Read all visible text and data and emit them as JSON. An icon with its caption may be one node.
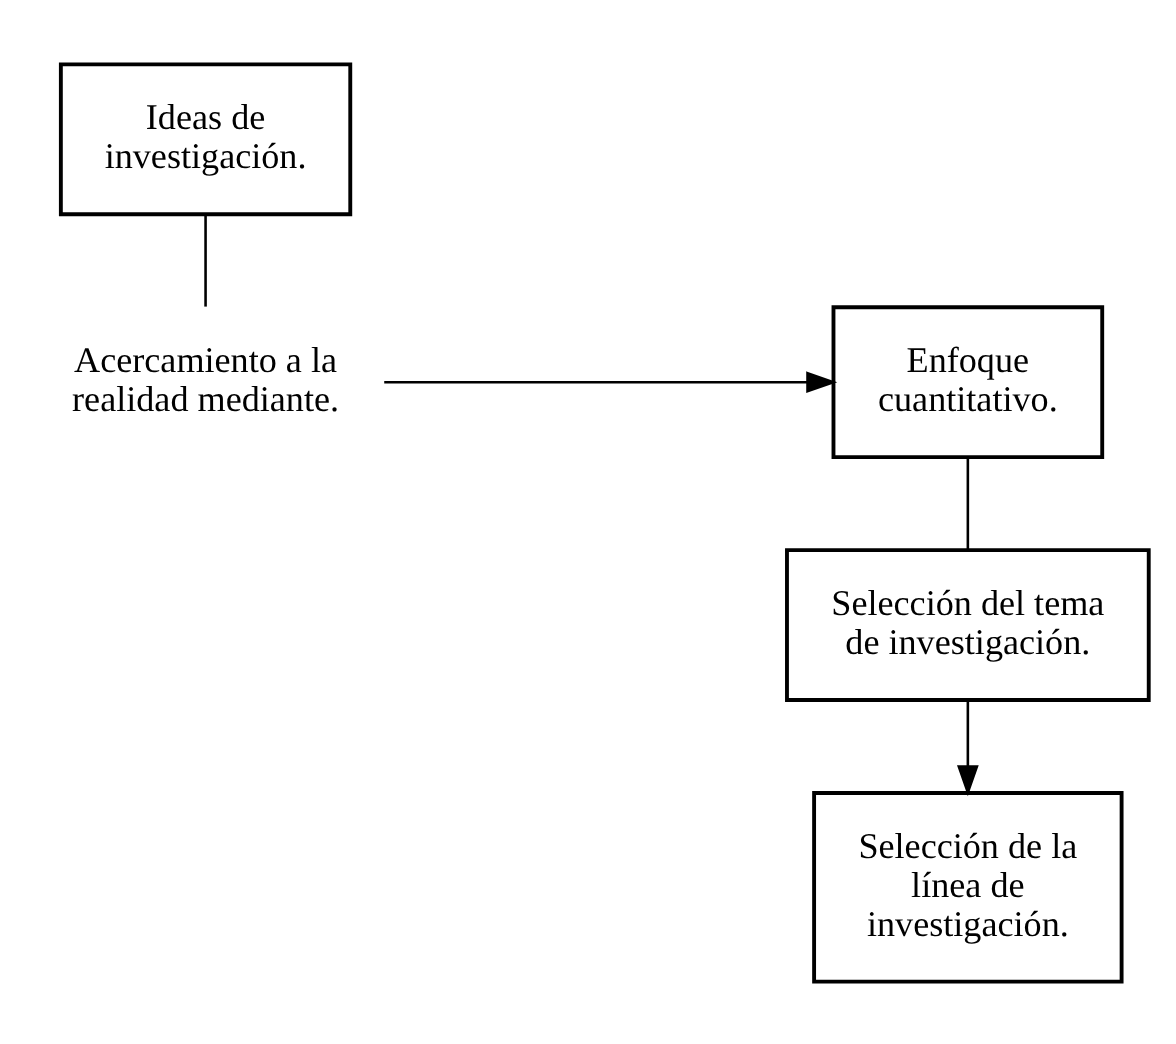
{
  "diagram": {
    "nodes": [
      {
        "text": [
          "Ideas de investigación."
        ]
      },
      {
        "text": [
          "Acercamiento a la realidad mediante."
        ]
      },
      {
        "text": [
          "Enfoque cuantitativo."
        ]
      },
      {
        "text": [
          "Selección del tema de investigación."
        ]
      },
      {
        "text": [
          "Selección de la línea de investigación."
        ]
      }
    ],
    "edges": [
      {
        "from": 0,
        "to": 1,
        "arrow": "none"
      },
      {
        "from": 1,
        "to": 2,
        "arrow": "to"
      },
      {
        "from": 2,
        "to": 3,
        "arrow": "none"
      },
      {
        "from": 3,
        "to": 4,
        "arrow": "to"
      }
    ]
  }
}
